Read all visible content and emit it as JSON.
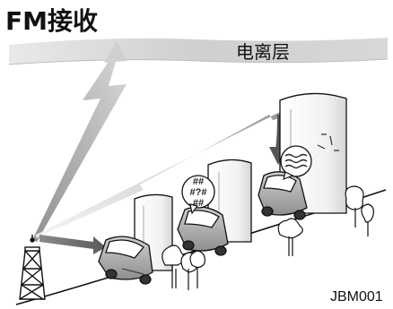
{
  "title": "FM接收",
  "ionosphere_label": "电离层",
  "figure_code": "JBM001",
  "static_noise_glyphs": [
    "##",
    "#?#",
    "##"
  ]
}
